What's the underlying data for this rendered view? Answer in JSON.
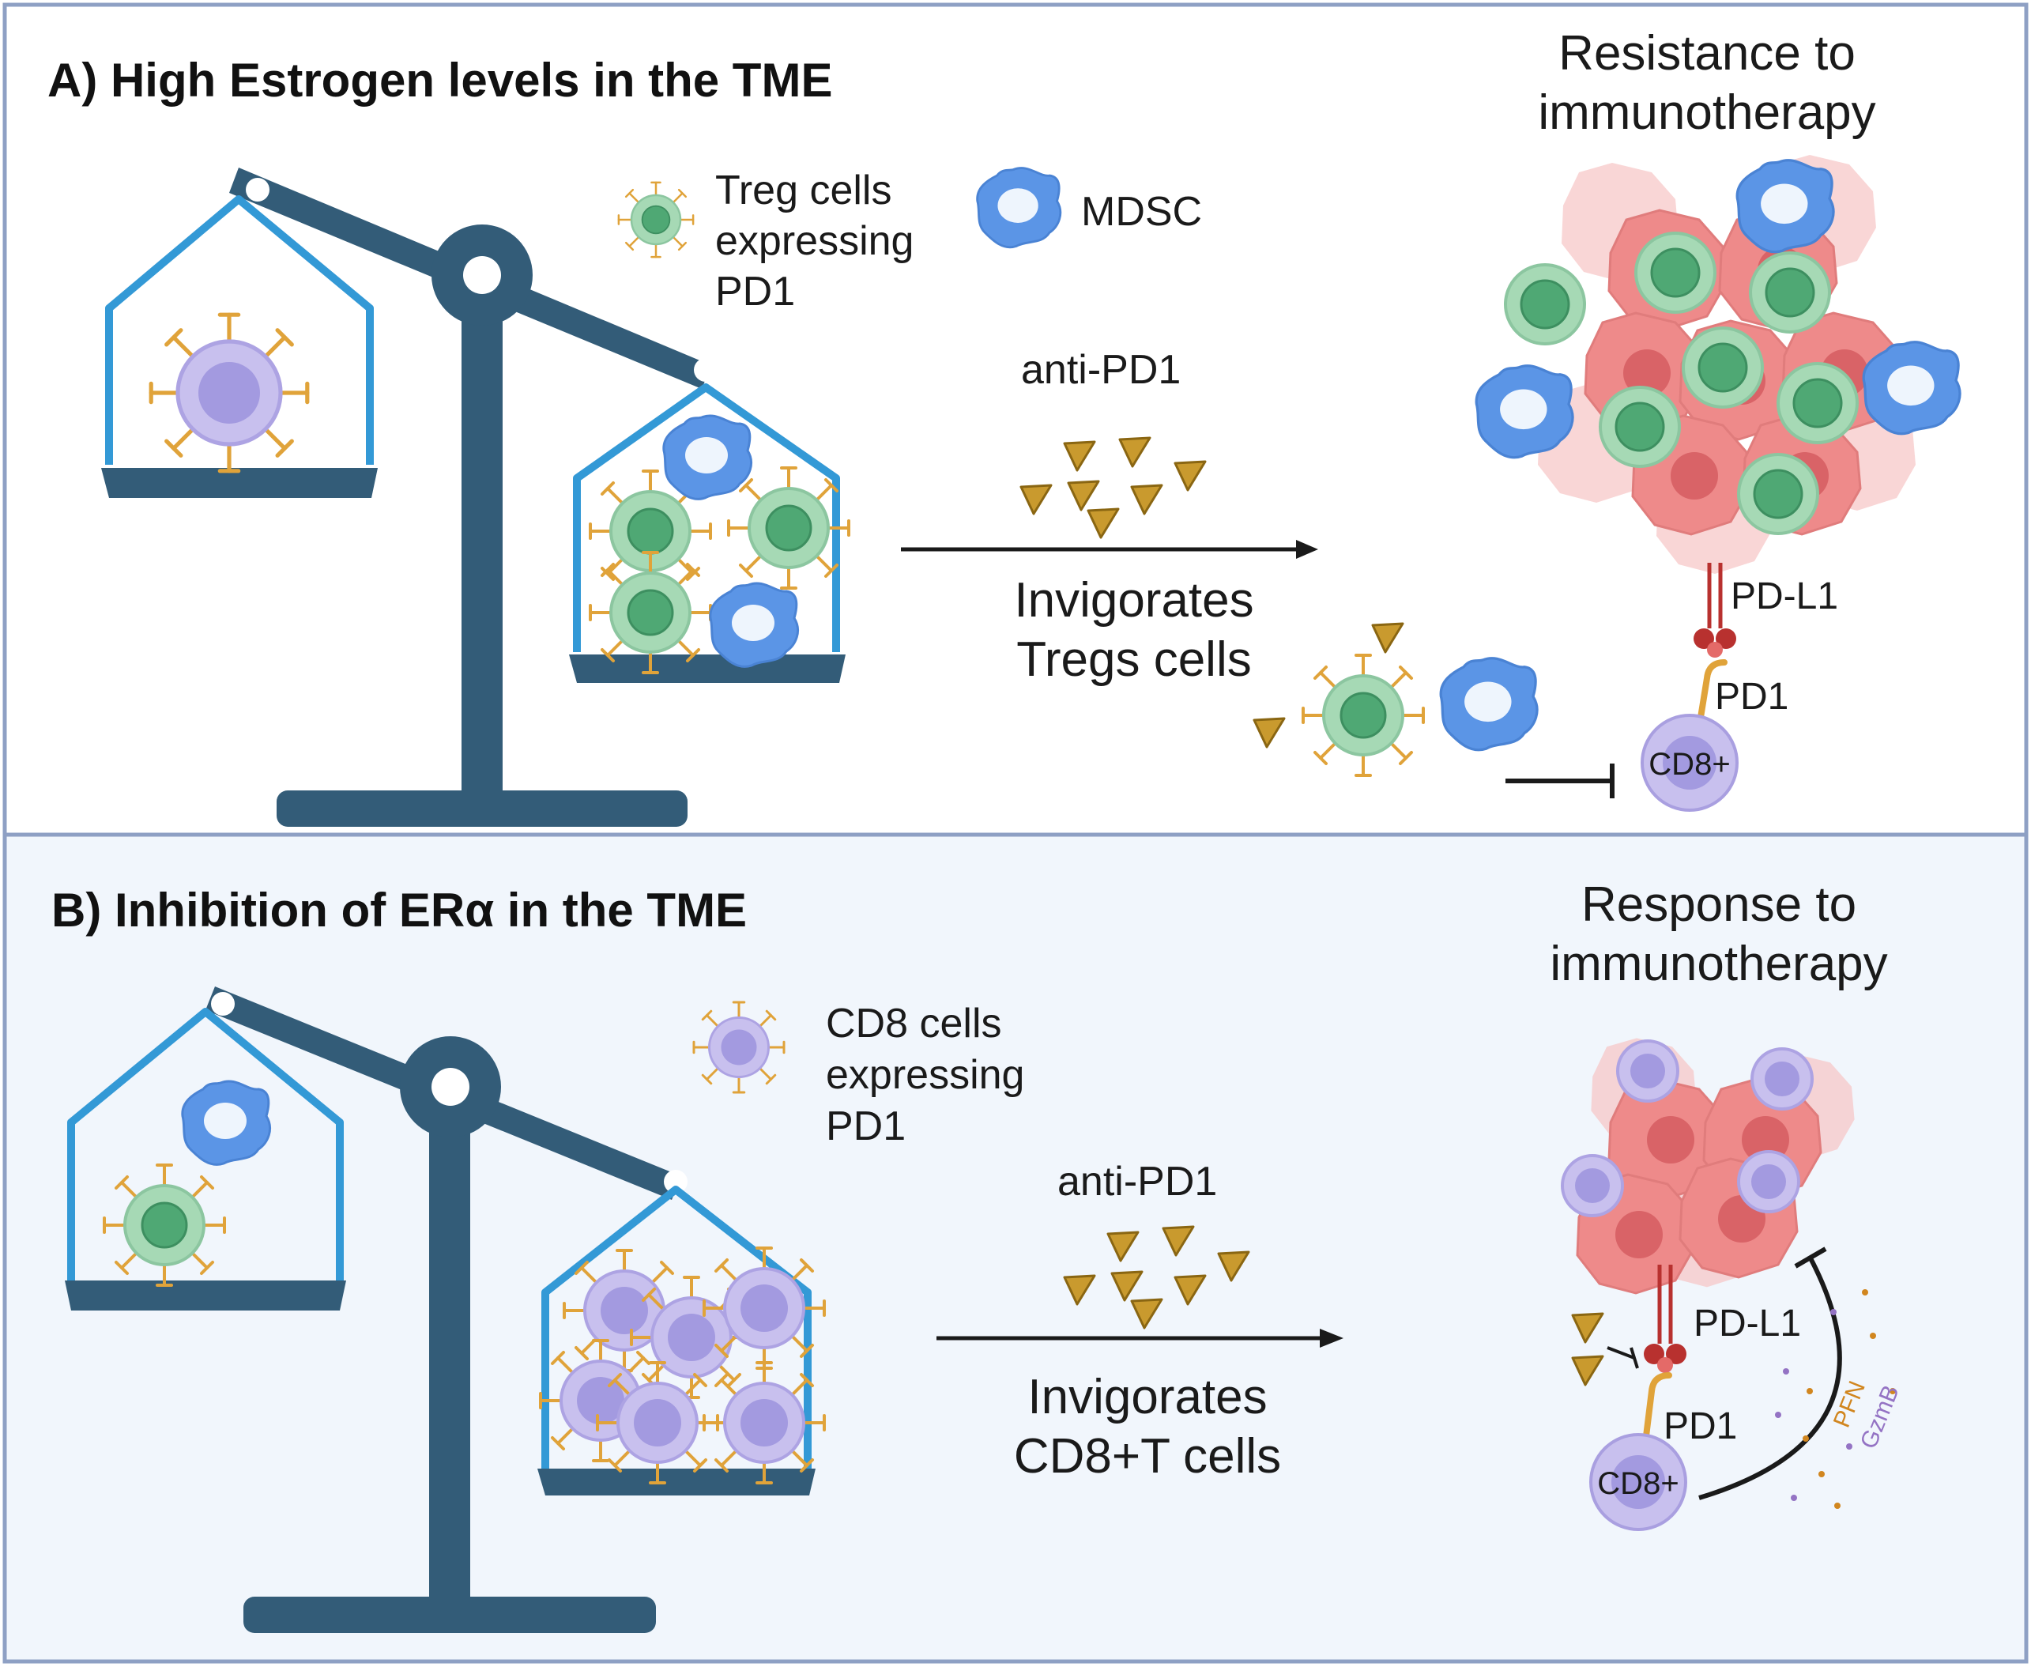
{
  "colors": {
    "panel_border": "#8ea0c4",
    "panel_b_background": "#f1f6fc",
    "scale_dark": "#335c78",
    "cage_blue": "#3399d6",
    "receptor_orange": "#e0a33a",
    "treg_fill": "#a6d9b5",
    "treg_core": "#4fa874",
    "cd8_fill": "#c8c0ee",
    "cd8_core": "#a39ae0",
    "mdsc_fill": "#5b95e6",
    "tumor_pink": "#ee8a8a",
    "tumor_core": "#d55c60",
    "antibody_gold": "#c99a2e",
    "pd_l1_red": "#b8312f",
    "pfn_color": "#d1861f",
    "gzmb_color": "#9473c4"
  },
  "panel_a": {
    "title": "A) High Estrogen levels in the TME",
    "outcome_line1": "Resistance to",
    "outcome_line2": "immunotherapy",
    "legend_treg_line1": "Treg cells",
    "legend_treg_line2": "expressing",
    "legend_treg_line3": "PD1",
    "legend_mdsc": "MDSC",
    "drug_label": "anti-PD1",
    "effect_line1": "Invigorates",
    "effect_line2": "Tregs cells",
    "pd_l1_label": "PD-L1",
    "pd1_label": "PD1",
    "cd8_label": "CD8+"
  },
  "panel_b": {
    "title": "B) Inhibition of ERα in the TME",
    "outcome_line1": "Response to",
    "outcome_line2": "immunotherapy",
    "legend_cd8_line1": "CD8 cells",
    "legend_cd8_line2": "expressing",
    "legend_cd8_line3": "PD1",
    "drug_label": "anti-PD1",
    "effect_line1": "Invigorates",
    "effect_line2": "CD8+T cells",
    "pd_l1_label": "PD-L1",
    "pd1_label": "PD1",
    "cd8_label": "CD8+",
    "pfn_label": "PFN",
    "gzmb_label": "GzmB"
  }
}
